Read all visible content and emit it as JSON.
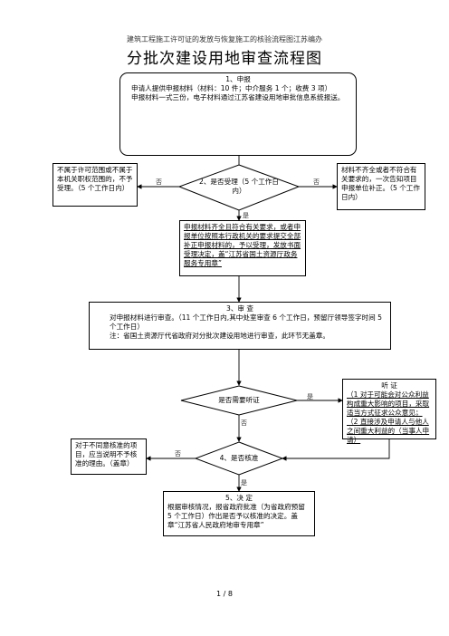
{
  "header": "建筑工程施工许可证的发放与恢复施工的核验流程图江苏编办",
  "title": "分批次建设用地审查流程图",
  "step1": {
    "title": "1、申报",
    "l1": "申请人提供申报材料（材料：10 件；中介服务 1 个；收费 3 项）",
    "l2": "申报材料一式三份，电子材料通过江苏省建设用地审批信息系统报送。"
  },
  "left_reject": "不属于许可范围或不属于本机关职权范围的，不予受理。（5 个工作日内）",
  "diamond1": "2、是否受理（5 个工作日内）",
  "right_correct": "材料不齐全或者不符合有关要求的，一次告知项目申报单位补正。（5 个工作日内）",
  "accept": "申报材料齐全且符合有关要求，或者申报单位按照本行政机关的要求提交全部补正申报材料的，予以受理，发放书面受理决定，盖“江苏省国土资源厅政务服务专用章”",
  "step3": {
    "title": "3、审 查",
    "l1": "对申报材料进行审查。（11 个工作日内,其中处室审查 6 个工作日，预留厅领导签字时间 5 个工作日）",
    "l2": "注：省国土资源厅代省政府对分批次建设用地进行审查，此环节无盖章。"
  },
  "diamond2": "是否需要听证",
  "hearing": {
    "title": "听 证",
    "l1": "（1 对于可能会对公众利益构成重大影响的项目，采取适当方式征求公众意见；",
    "l2": "（2 直接涉及申请人与他人之间重大利益的（当事人申请）"
  },
  "left_disapprove": "对于不同意核准的项目，应当说明不予核准的理由。（盖章）",
  "diamond3": "4、是否核准",
  "step5": {
    "title": "5、决 定",
    "l1": "根据审核情况，报省政府批准（为省政府预留 5 个工作日）作出是否予以核准的决定。盖章“江苏省人民政府地审专用章”"
  },
  "labels": {
    "no": "否",
    "yes": "是"
  },
  "page_number": "1  /  8"
}
